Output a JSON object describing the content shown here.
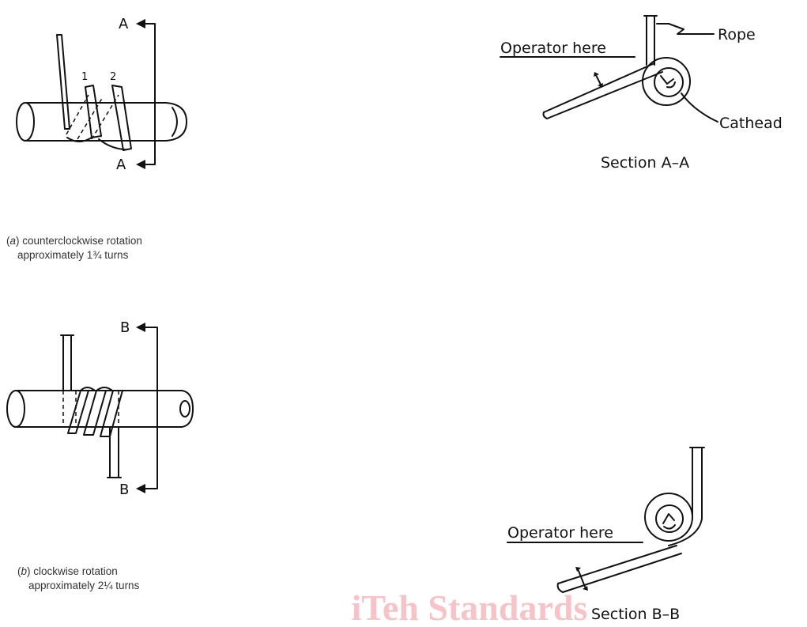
{
  "figure_a": {
    "section_top_label": "A",
    "section_bottom_label": "A",
    "turn_number_1": "1",
    "turn_number_2": "2",
    "caption_letter": "a",
    "caption_line1": "counterclockwise rotation",
    "caption_line2": "approximately 1¾ turns"
  },
  "section_a": {
    "operator_label": "Operator here",
    "rope_label": "Rope",
    "cathead_label": "Cathead",
    "title": "Section A–A"
  },
  "figure_b": {
    "section_top_label": "B",
    "section_bottom_label": "B",
    "caption_letter": "b",
    "caption_line1": "clockwise rotation",
    "caption_line2": "approximately 2¼ turns"
  },
  "section_b": {
    "operator_label": "Operator here",
    "title": "Section B–B"
  },
  "watermark": "iTeh Standards"
}
